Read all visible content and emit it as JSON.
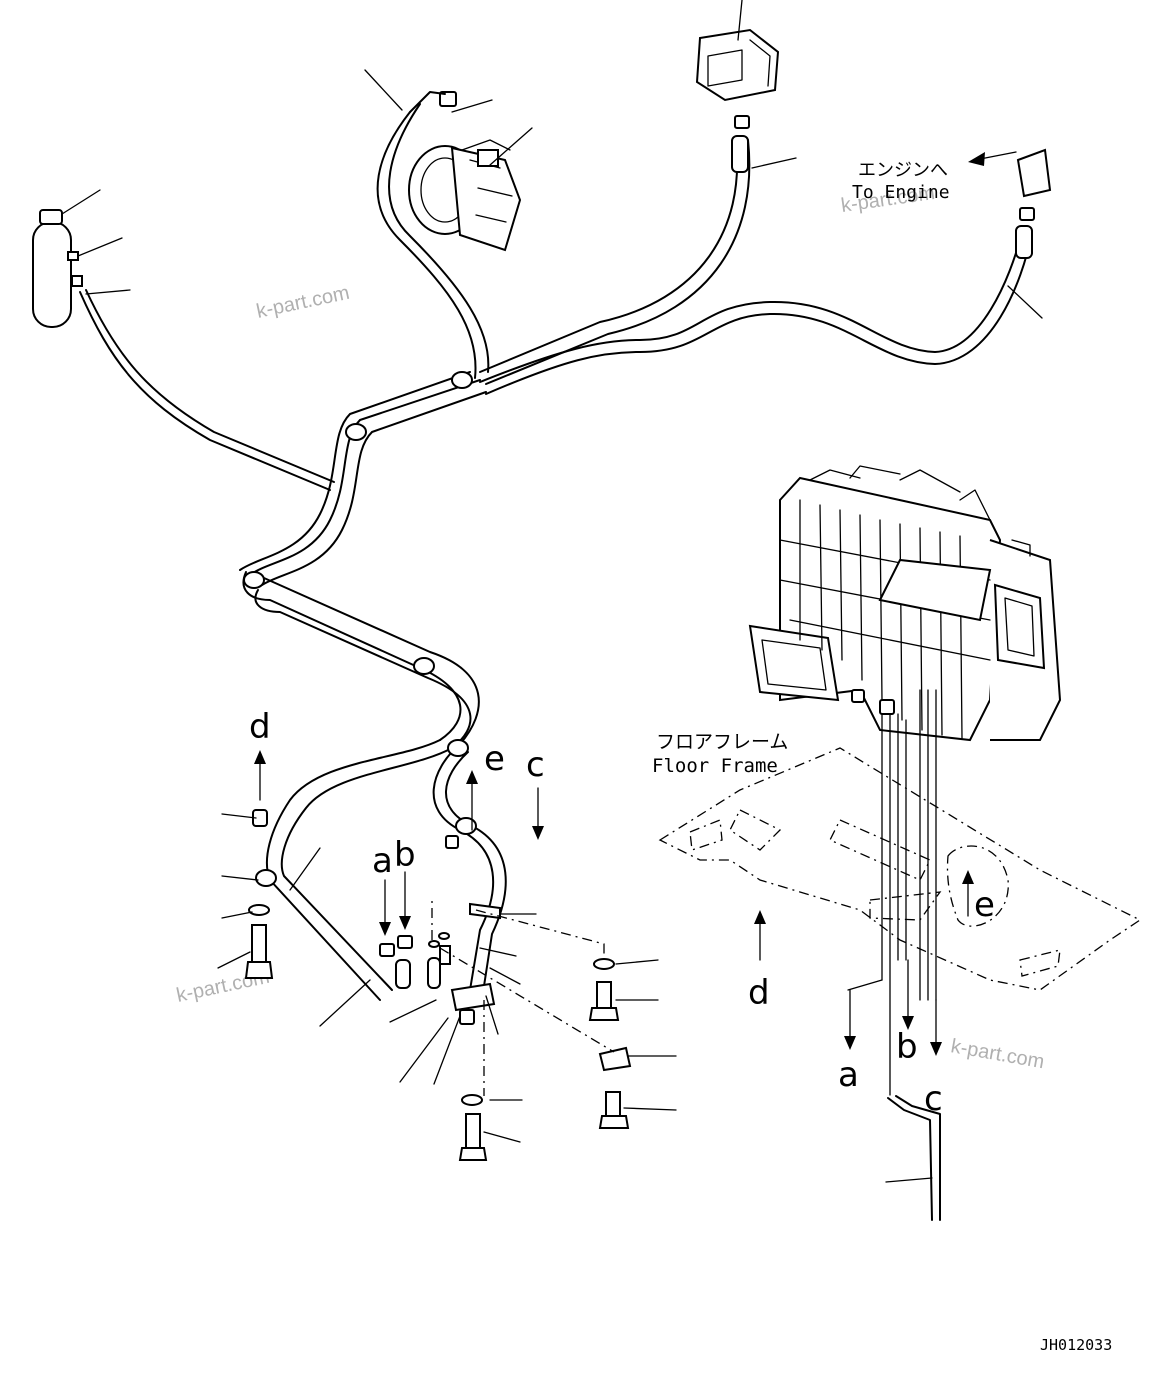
{
  "labels": {
    "to_engine_jp": "エンジンへ",
    "to_engine_en": "To Engine",
    "floor_frame_jp": "フロアフレーム",
    "floor_frame_en": "Floor Frame",
    "drawing_code": "JH012033"
  },
  "view_letters": {
    "a_upper": "a",
    "b_upper": "b",
    "c_upper": "c",
    "d_upper": "d",
    "e_upper": "e",
    "a_lower": "a",
    "b_lower": "b",
    "c_lower": "c",
    "d_lower": "d",
    "e_lower": "e"
  },
  "watermarks": [
    "k-part.com",
    "k-part.com",
    "k-part.com",
    "k-part.com"
  ]
}
